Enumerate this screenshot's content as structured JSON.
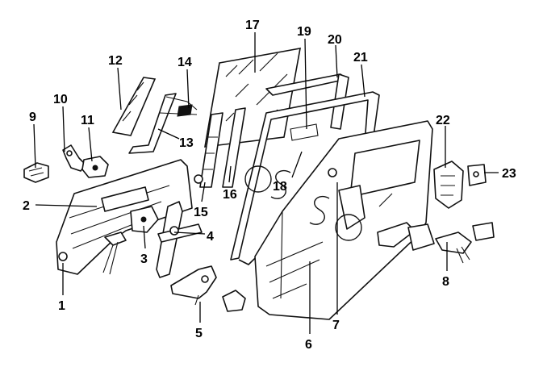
{
  "diagram": {
    "background": "#ffffff",
    "line_color": "#111111",
    "callouts": [
      "1",
      "2",
      "3",
      "4",
      "5",
      "6",
      "7",
      "8",
      "9",
      "10",
      "11",
      "12",
      "13",
      "14",
      "15",
      "16",
      "17",
      "18",
      "19",
      "20",
      "21",
      "22",
      "23"
    ]
  }
}
